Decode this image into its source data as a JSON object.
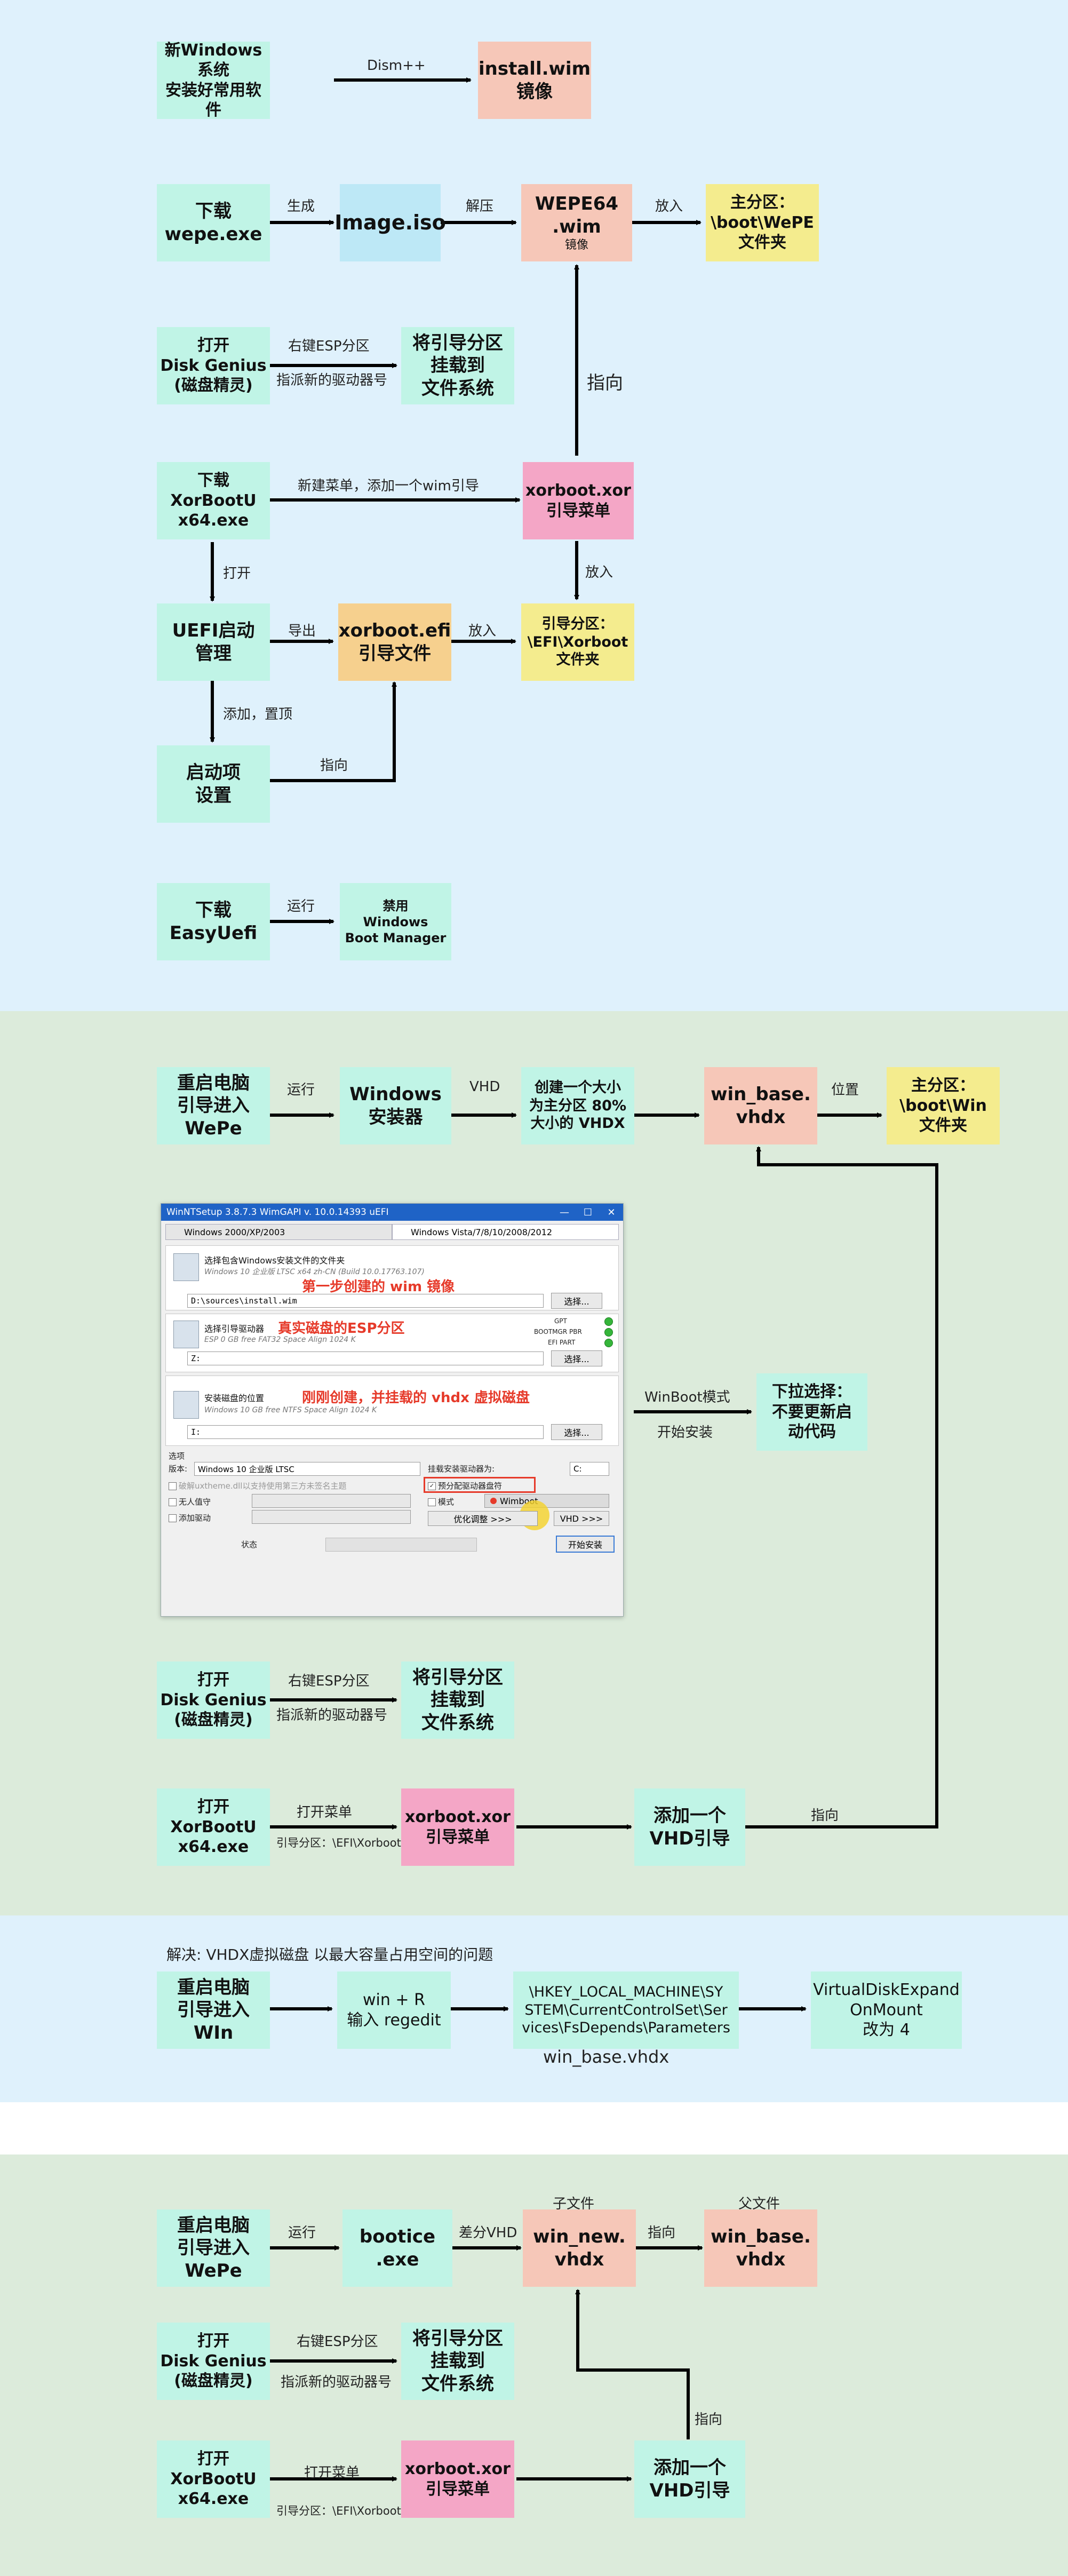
{
  "colors": {
    "section_blue": "#dff1fc",
    "section_green": "#dcebdb",
    "mint": "#c0f4e6",
    "blue": "#bde8f6",
    "salmon": "#f6c7b8",
    "yellow": "#f4ec8e",
    "pink": "#f4a6c6",
    "orange": "#f6d08e",
    "red_text": "#e63a2a"
  },
  "s1": {
    "box_new_windows": "新Windows系统\n安装好常用软件",
    "box_install_wim": "install.wim\n镜像",
    "lbl_dism": "Dism++",
    "box_dl_wepe": "下载\nwepe.exe",
    "lbl_generate": "生成",
    "box_image_iso": "Image.iso",
    "lbl_extract": "解压",
    "box_wepe64_main": "WEPE64\n.wim",
    "box_wepe64_sub": "镜像",
    "lbl_put1": "放入",
    "box_main_part": "主分区：\n\\boot\\WePE\n文件夹",
    "box_open_dg": "打开\nDisk Genius\n(磁盘精灵)",
    "lbl_right_esp": "右键ESP分区",
    "lbl_assign": "指派新的驱动器号",
    "box_mount": "将引导分区\n挂载到\n文件系统",
    "lbl_point": "指向",
    "box_dl_xor": "下载\nXorBootU\nx64.exe",
    "lbl_newmenu": "新建菜单，添加一个wim引导",
    "box_xor_menu": "xorboot.xor\n引导菜单",
    "lbl_put2": "放入",
    "lbl_open": "打开",
    "box_uefi": "UEFI启动\n管理",
    "lbl_export": "导出",
    "box_efi": "xorboot.efi\n引导文件",
    "lbl_put3": "放入",
    "box_boot_part": "引导分区：\n\\EFI\\Xorboot\n文件夹",
    "lbl_add_top": "添加，置顶",
    "box_boot_item": "启动项\n设置",
    "lbl_point2": "指向",
    "box_dl_easy": "下载\nEasyUefi",
    "lbl_run": "运行",
    "box_disable": "禁用\nWindows\nBoot Manager"
  },
  "s2": {
    "box_reboot": "重启电脑\n引导进入\nWePe",
    "lbl_run": "运行",
    "box_win_setup": "Windows\n安装器",
    "lbl_vhd": "VHD",
    "box_create_vhdx": "创建一个大小\n为主分区 80%\n大小的 VHDX",
    "box_win_base": "win_base.\nvhdx",
    "lbl_location": "位置",
    "box_main_win": "主分区：\n\\boot\\Win\n文件夹",
    "lbl_winboot_mode": "WinBoot模式",
    "lbl_start_install": "开始安装",
    "box_dropdown": "下拉选择：\n不要更新启\n动代码",
    "box_open_dg": "打开\nDisk Genius\n(磁盘精灵)",
    "lbl_right_esp": "右键ESP分区",
    "lbl_assign": "指派新的驱动器号",
    "box_mount": "将引导分区\n挂载到\n文件系统",
    "box_open_xor": "打开\nXorBootU\nx64.exe",
    "lbl_open_menu": "打开菜单",
    "lbl_boot_part_small": "引导分区：\\EFI\\Xorboot",
    "box_xor_menu": "xorboot.xor\n引导菜单",
    "box_add_vhd": "添加一个\nVHD引导",
    "lbl_point": "指向"
  },
  "winnt": {
    "title": "WinNTSetup 3.8.7.3        WimGAPI v. 10.0.14393    uEFI",
    "ctl_min": "—",
    "ctl_max": "☐",
    "ctl_close": "✕",
    "tab1": "Windows 2000/XP/2003",
    "tab2": "Windows Vista/7/8/10/2008/2012",
    "p1_title": "选择包含Windows安装文件的文件夹",
    "p1_sub": "Windows 10 企业版 LTSC x64 zh-CN (Build 10.0.17763.107)",
    "p1_path": "D:\\sources\\install.wim",
    "p1_note": "第一步创建的 wim 镜像",
    "btn_choose": "选择...",
    "p2_title": "选择引导驱动器",
    "p2_sub": "ESP 0 GB free FAT32 Space Align 1024 K",
    "p2_path": "Z:",
    "p2_note": "真实磁盘的ESP分区",
    "st_gpt": "GPT",
    "st_bootmgr": "BOOTMGR PBR",
    "st_efi": "EFI PART",
    "p3_title": "安装磁盘的位置",
    "p3_sub": "Windows 10 GB free NTFS Space Align 1024 K",
    "p3_path": "I:",
    "p3_note": "刚刚创建，并挂载的 vhdx 虚拟磁盘",
    "opt_title": "选项",
    "opt_version_lbl": "版本:",
    "opt_version_val": "Windows 10 企业版 LTSC",
    "opt_uxtheme": "破解uxtheme.dll以支持使用第三方未签名主题",
    "opt_unattend": "无人值守",
    "opt_adddrv": "添加驱动",
    "opt_mount_lbl": "挂载安装驱动器为:",
    "opt_mount_val": "C:",
    "opt_prealloc": "预分配驱动器盘符",
    "opt_mode": "模式",
    "opt_winboot": "Wimboot",
    "btn_tweak": "优化调整 >>>",
    "btn_vhd": "VHD >>>",
    "status_lbl": "状态",
    "btn_start": "开始安装"
  },
  "s3": {
    "note": "解决: VHDX虚拟磁盘 以最大容量占用空间的问题",
    "box_reboot": "重启电脑\n引导进入\nWIn",
    "box_winr": "win + R\n输入 regedit",
    "box_reg": "\\HKEY_LOCAL_MACHINE\\SY\nSTEM\\CurrentControlSet\\Ser\nvices\\FsDepends\\Parameters",
    "lbl_vhdx": "win_base.vhdx",
    "box_expand": "VirtualDiskExpand\nOnMount\n改为 4"
  },
  "s4": {
    "box_reboot": "重启电脑\n引导进入\nWePe",
    "lbl_run": "运行",
    "box_bootice": "bootice\n.exe",
    "lbl_diff": "差分VHD",
    "lbl_child": "子文件",
    "box_win_new": "win_new.\nvhdx",
    "lbl_point1": "指向",
    "lbl_parent": "父文件",
    "box_win_base": "win_base.\nvhdx",
    "box_open_dg": "打开\nDisk Genius\n(磁盘精灵)",
    "lbl_right_esp": "右键ESP分区",
    "lbl_assign": "指派新的驱动器号",
    "box_mount": "将引导分区\n挂载到\n文件系统",
    "lbl_point2": "指向",
    "box_open_xor": "打开\nXorBootU\nx64.exe",
    "lbl_open_menu": "打开菜单",
    "lbl_boot_part_small": "引导分区：\\EFI\\Xorboot",
    "box_xor_menu": "xorboot.xor\n引导菜单",
    "box_add_vhd": "添加一个\nVHD引导"
  }
}
